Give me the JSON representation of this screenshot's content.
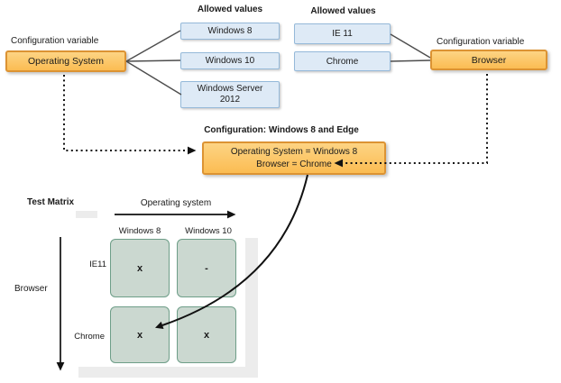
{
  "top_left": {
    "label": "Configuration variable",
    "box": "Operating System"
  },
  "os_values": {
    "heading": "Allowed values",
    "items": [
      "Windows 8",
      "Windows 10",
      "Windows Server 2012"
    ]
  },
  "browser_values": {
    "heading": "Allowed values",
    "items": [
      "IE 11",
      "Chrome"
    ]
  },
  "top_right": {
    "label": "Configuration variable",
    "box": "Browser"
  },
  "configuration": {
    "heading": "Configuration: Windows 8 and Edge",
    "line1": "Operating System = Windows 8",
    "line2": "Browser = Chrome"
  },
  "matrix": {
    "title": "Test Matrix",
    "x_axis": "Operating system",
    "y_axis": "Browser",
    "columns": [
      "Windows 8",
      "Windows 10"
    ],
    "rows": [
      "IE11",
      "Chrome"
    ],
    "cells": [
      [
        "x",
        "-"
      ],
      [
        "x",
        "x"
      ]
    ]
  },
  "colors": {
    "orange_fill_top": "#FDD484",
    "orange_fill_bottom": "#FBBC52",
    "orange_border": "#DC9333",
    "blue_fill": "#DEEAF6",
    "blue_border": "#95B9D9",
    "cell_fill": "#CBD8D0",
    "cell_border": "#6E9E88",
    "shadow_gray": "#ECECEC",
    "connector_line": "#4d4d4d",
    "arrow_black": "#111111"
  }
}
